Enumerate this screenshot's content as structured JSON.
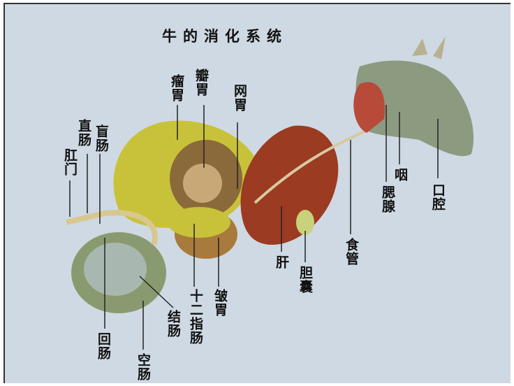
{
  "title": "牛的消化系统",
  "labels": {
    "rumen": "瘤胃",
    "omasum": "瓣胃",
    "reticulum": "网胃",
    "rectum": "直肠",
    "cecum": "盲肠",
    "anus": "肛门",
    "ileum": "回肠",
    "jejunum": "空肠",
    "colon": "结肠",
    "duodenum": "十二指肠",
    "abomasum": "皱胃",
    "liver": "肝",
    "gallbladder": "胆囊",
    "esophagus": "食管",
    "parotid": "腮腺",
    "pharynx": "咽",
    "mouth": "口腔"
  }
}
